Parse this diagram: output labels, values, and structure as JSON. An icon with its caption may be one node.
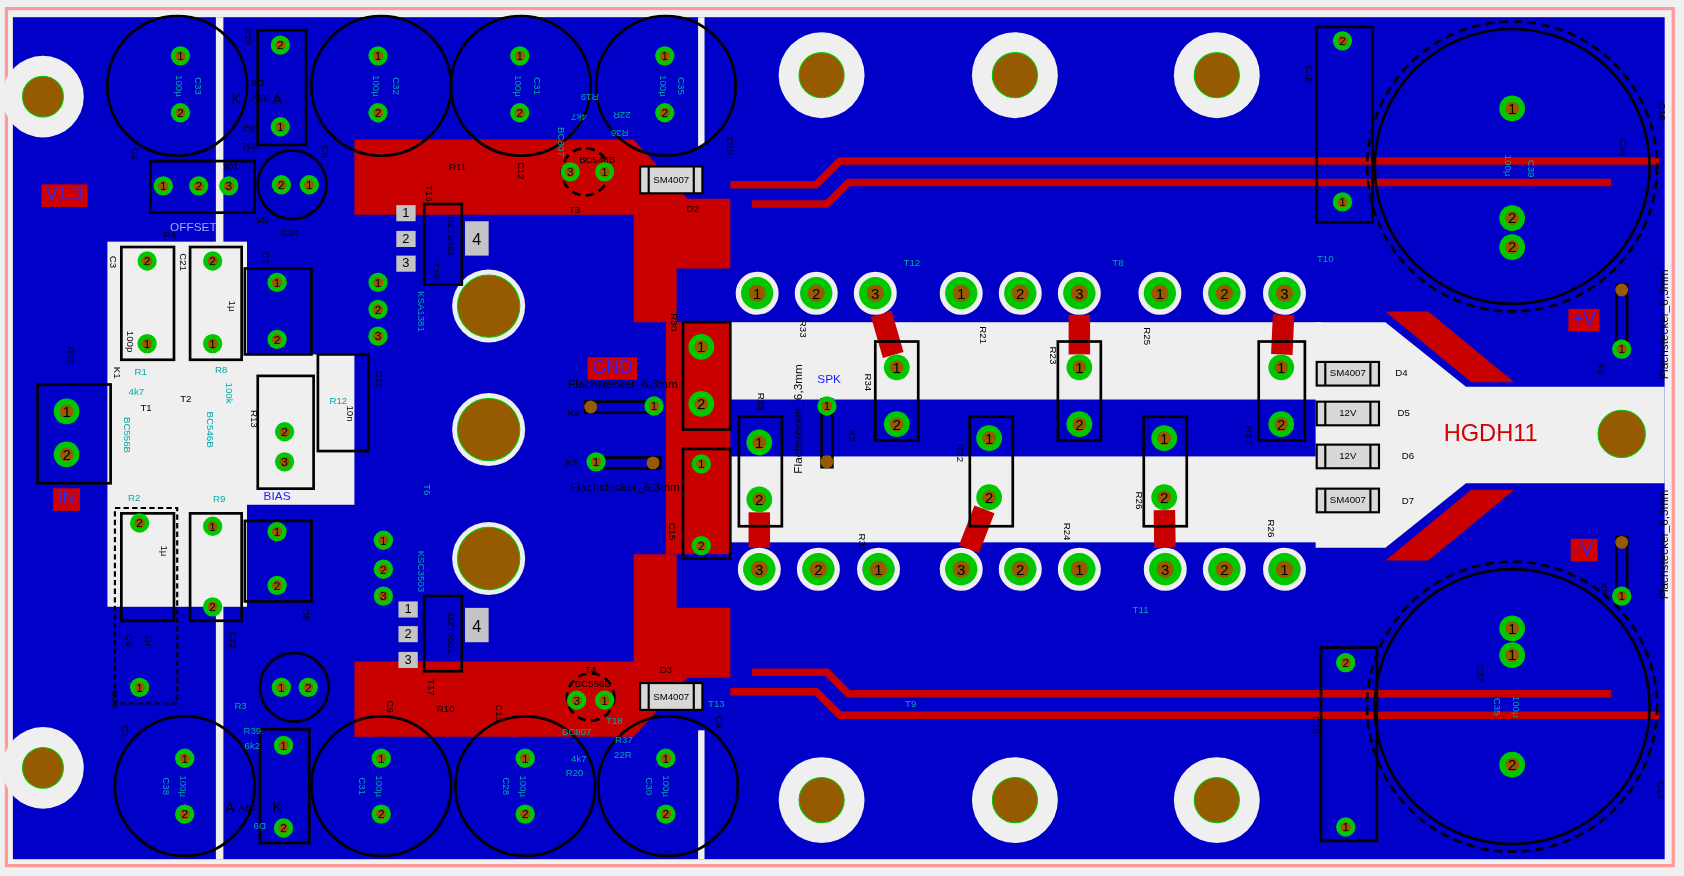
{
  "diagram": {
    "nodes": [
      {
        "text": [
          "V1.3"
        ]
      },
      {
        "text": [
          "2"
        ]
      },
      {
        "text": [
          "1"
        ]
      },
      {
        "text": [
          "1"
        ]
      },
      {
        "text": [
          "1"
        ]
      },
      {
        "text": [
          "1"
        ]
      },
      {
        "text": [
          "2"
        ]
      },
      {
        "text": [
          "2"
        ]
      },
      {
        "text": [
          "2"
        ]
      },
      {
        "text": [
          "2"
        ]
      },
      {
        "text": [
          "1"
        ]
      },
      {
        "text": [
          "1"
        ]
      },
      {
        "text": [
          "2"
        ]
      },
      {
        "text": [
          "3"
        ]
      },
      {
        "text": [
          "2"
        ]
      },
      {
        "text": [
          "1"
        ]
      },
      {
        "text": [
          "3"
        ]
      },
      {
        "text": [
          "1"
        ]
      },
      {
        "text": [
          "1"
        ]
      },
      {
        "text": [
          "2"
        ]
      },
      {
        "text": [
          "3"
        ]
      },
      {
        "text": [
          "4"
        ]
      },
      {
        "text": [
          "2"
        ]
      },
      {
        "text": [
          "1"
        ]
      },
      {
        "text": [
          "2"
        ]
      },
      {
        "text": [
          "2"
        ]
      },
      {
        "text": [
          "1"
        ]
      },
      {
        "text": [
          "2"
        ]
      },
      {
        "text": [
          "2"
        ]
      },
      {
        "text": [
          "1"
        ]
      },
      {
        "text": [
          "1"
        ]
      },
      {
        "text": [
          "2"
        ]
      },
      {
        "text": [
          "3"
        ]
      },
      {
        "text": [
          "1"
        ]
      },
      {
        "text": [
          "2"
        ]
      },
      {
        "text": [
          "3"
        ]
      },
      {
        "text": [
          "1"
        ]
      },
      {
        "text": [
          "2"
        ]
      },
      {
        "text": [
          "3"
        ]
      },
      {
        "text": [
          "1"
        ]
      },
      {
        "text": [
          "2"
        ]
      },
      {
        "text": [
          "3"
        ]
      },
      {
        "text": [
          "+V"
        ]
      },
      {
        "text": [
          "1"
        ]
      },
      {
        "text": [
          "2"
        ]
      },
      {
        "text": [
          "1"
        ]
      },
      {
        "text": [
          "1"
        ]
      },
      {
        "text": [
          "1"
        ]
      },
      {
        "text": [
          "GND"
        ]
      },
      {
        "text": [
          "1"
        ]
      },
      {
        "text": [
          "1"
        ]
      },
      {
        "text": [
          "1"
        ]
      },
      {
        "text": [
          "1"
        ]
      },
      {
        "text": [
          "1"
        ]
      },
      {
        "text": [
          "1"
        ]
      },
      {
        "text": [
          "2"
        ]
      },
      {
        "text": [
          "2"
        ]
      },
      {
        "text": [
          "2"
        ]
      },
      {
        "text": [
          "2"
        ]
      },
      {
        "text": [
          "1"
        ]
      },
      {
        "text": [
          "1"
        ]
      },
      {
        "text": [
          "1"
        ]
      },
      {
        "text": [
          "2"
        ]
      },
      {
        "text": [
          "1"
        ]
      },
      {
        "text": [
          "1"
        ]
      },
      {
        "text": [
          "2"
        ]
      },
      {
        "text": [
          "2"
        ]
      },
      {
        "text": [
          "2"
        ]
      },
      {
        "text": [
          "IN"
        ]
      },
      {
        "text": [
          "2"
        ]
      },
      {
        "text": [
          "1"
        ]
      },
      {
        "text": [
          "1"
        ]
      },
      {
        "text": [
          "2"
        ]
      },
      {
        "text": [
          "-V"
        ]
      },
      {
        "text": [
          "3"
        ]
      },
      {
        "text": [
          "2"
        ]
      },
      {
        "text": [
          "1"
        ]
      },
      {
        "text": [
          "3"
        ]
      },
      {
        "text": [
          "2"
        ]
      },
      {
        "text": [
          "1"
        ]
      },
      {
        "text": [
          "3"
        ]
      },
      {
        "text": [
          "2"
        ]
      },
      {
        "text": [
          "1"
        ]
      },
      {
        "text": [
          "1"
        ]
      },
      {
        "text": [
          "2"
        ]
      },
      {
        "text": [
          "2"
        ]
      },
      {
        "text": [
          "1"
        ]
      },
      {
        "text": [
          "1"
        ]
      },
      {
        "text": [
          "2"
        ]
      },
      {
        "text": [
          "3"
        ]
      },
      {
        "text": [
          "4"
        ]
      },
      {
        "text": [
          "1"
        ]
      },
      {
        "text": [
          "2"
        ]
      },
      {
        "text": [
          "1"
        ]
      },
      {
        "text": [
          "1"
        ]
      },
      {
        "text": [
          "2"
        ]
      },
      {
        "text": [
          "3"
        ]
      },
      {
        "text": [
          "1"
        ]
      },
      {
        "text": [
          "1"
        ]
      },
      {
        "text": [
          "1"
        ]
      },
      {
        "text": [
          "1"
        ]
      },
      {
        "text": [
          "1"
        ]
      },
      {
        "text": [
          "1"
        ]
      },
      {
        "text": [
          "2"
        ]
      },
      {
        "text": [
          "2"
        ]
      },
      {
        "text": [
          "2"
        ]
      },
      {
        "text": [
          "2"
        ]
      },
      {
        "text": [
          "2"
        ]
      },
      {
        "text": [
          "1"
        ]
      },
      {
        "text": [
          "2"
        ]
      },
      {
        "text": [
          "1"
        ]
      },
      {
        "text": [
          "2"
        ]
      },
      {
        "text": [
          "3"
        ]
      },
      {
        "text": [
          "2"
        ]
      },
      {
        "text": [
          "3"
        ]
      }
    ],
    "edges": [
      {
        "from": 35,
        "to": 49,
        "arrow": "none"
      },
      {
        "from": 38,
        "to": 50,
        "arrow": "none"
      },
      {
        "from": 41,
        "to": 51,
        "arrow": "none"
      },
      {
        "from": 65,
        "to": 74,
        "arrow": "none"
      },
      {
        "from": 66,
        "to": 77,
        "arrow": "none"
      },
      {
        "from": 67,
        "to": 80,
        "arrow": "none"
      }
    ],
    "labels": [
      "C20",
      "D8",
      "K",
      "22V",
      "A",
      "8k2",
      "R31",
      "100µ",
      "C33",
      "100µ",
      "C32",
      "100µ",
      "C31",
      "R19",
      "4k7",
      "22R",
      "R36",
      "100µ",
      "C35",
      "BC807",
      "R11",
      "C12",
      "BC546B",
      "T3",
      "SM4007",
      "D2",
      "C10",
      "C2",
      "10k",
      "R5",
      "C5",
      "R4",
      "OFFSET",
      "C34",
      "T16",
      "DZT5401",
      "T15",
      "C3",
      "C21",
      "C7",
      "1µ",
      "KSA1381",
      "R1",
      "R35",
      "100p",
      "K1",
      "4k7",
      "T1",
      "T2",
      "BC556B",
      "BC546B",
      "R8",
      "100k",
      "R13",
      "R12",
      "C11",
      "10n",
      "Flachstecker_6,3mm",
      "K4",
      "R30",
      "R33",
      "R21",
      "R25",
      "T12",
      "T8",
      "T10",
      "C18",
      "C16",
      "C36",
      "100µ",
      "C39",
      "K6",
      "Flachstecker_6,3mm",
      "SPK",
      "R34",
      "R23",
      "R27",
      "R29",
      "Flachstecker_6,3mm",
      "K2",
      "D4",
      "SM4007",
      "D5",
      "12V",
      "D6",
      "12V",
      "D7",
      "SM4007",
      "HGDH11",
      "Flachstecker_6,3mm",
      "K3",
      "C15",
      "R32",
      "R22",
      "R24",
      "R26",
      "R26",
      "T13",
      "T9",
      "T11",
      "K5",
      "Flachstecker_6,3mm",
      "C37",
      "C35",
      "100µ",
      "C17",
      "C19",
      "C9",
      "D3",
      "SM4007",
      "T4",
      "BC556B",
      "T18",
      "BC807",
      "R37",
      "22R",
      "4k7",
      "R20",
      "100µ",
      "C38",
      "100µ",
      "C31",
      "100µ",
      "C28",
      "100µ",
      "C30",
      "C1",
      "C6",
      "C13",
      "R10",
      "T17",
      "DZT5551",
      "KSC3503",
      "T6",
      "C8",
      "C22",
      "C4",
      "1µ",
      "1µ",
      "C36",
      "R3",
      "R39",
      "6k2",
      "A",
      "22V",
      "K",
      "D9",
      "BIAS",
      "R2",
      "R9"
    ]
  }
}
